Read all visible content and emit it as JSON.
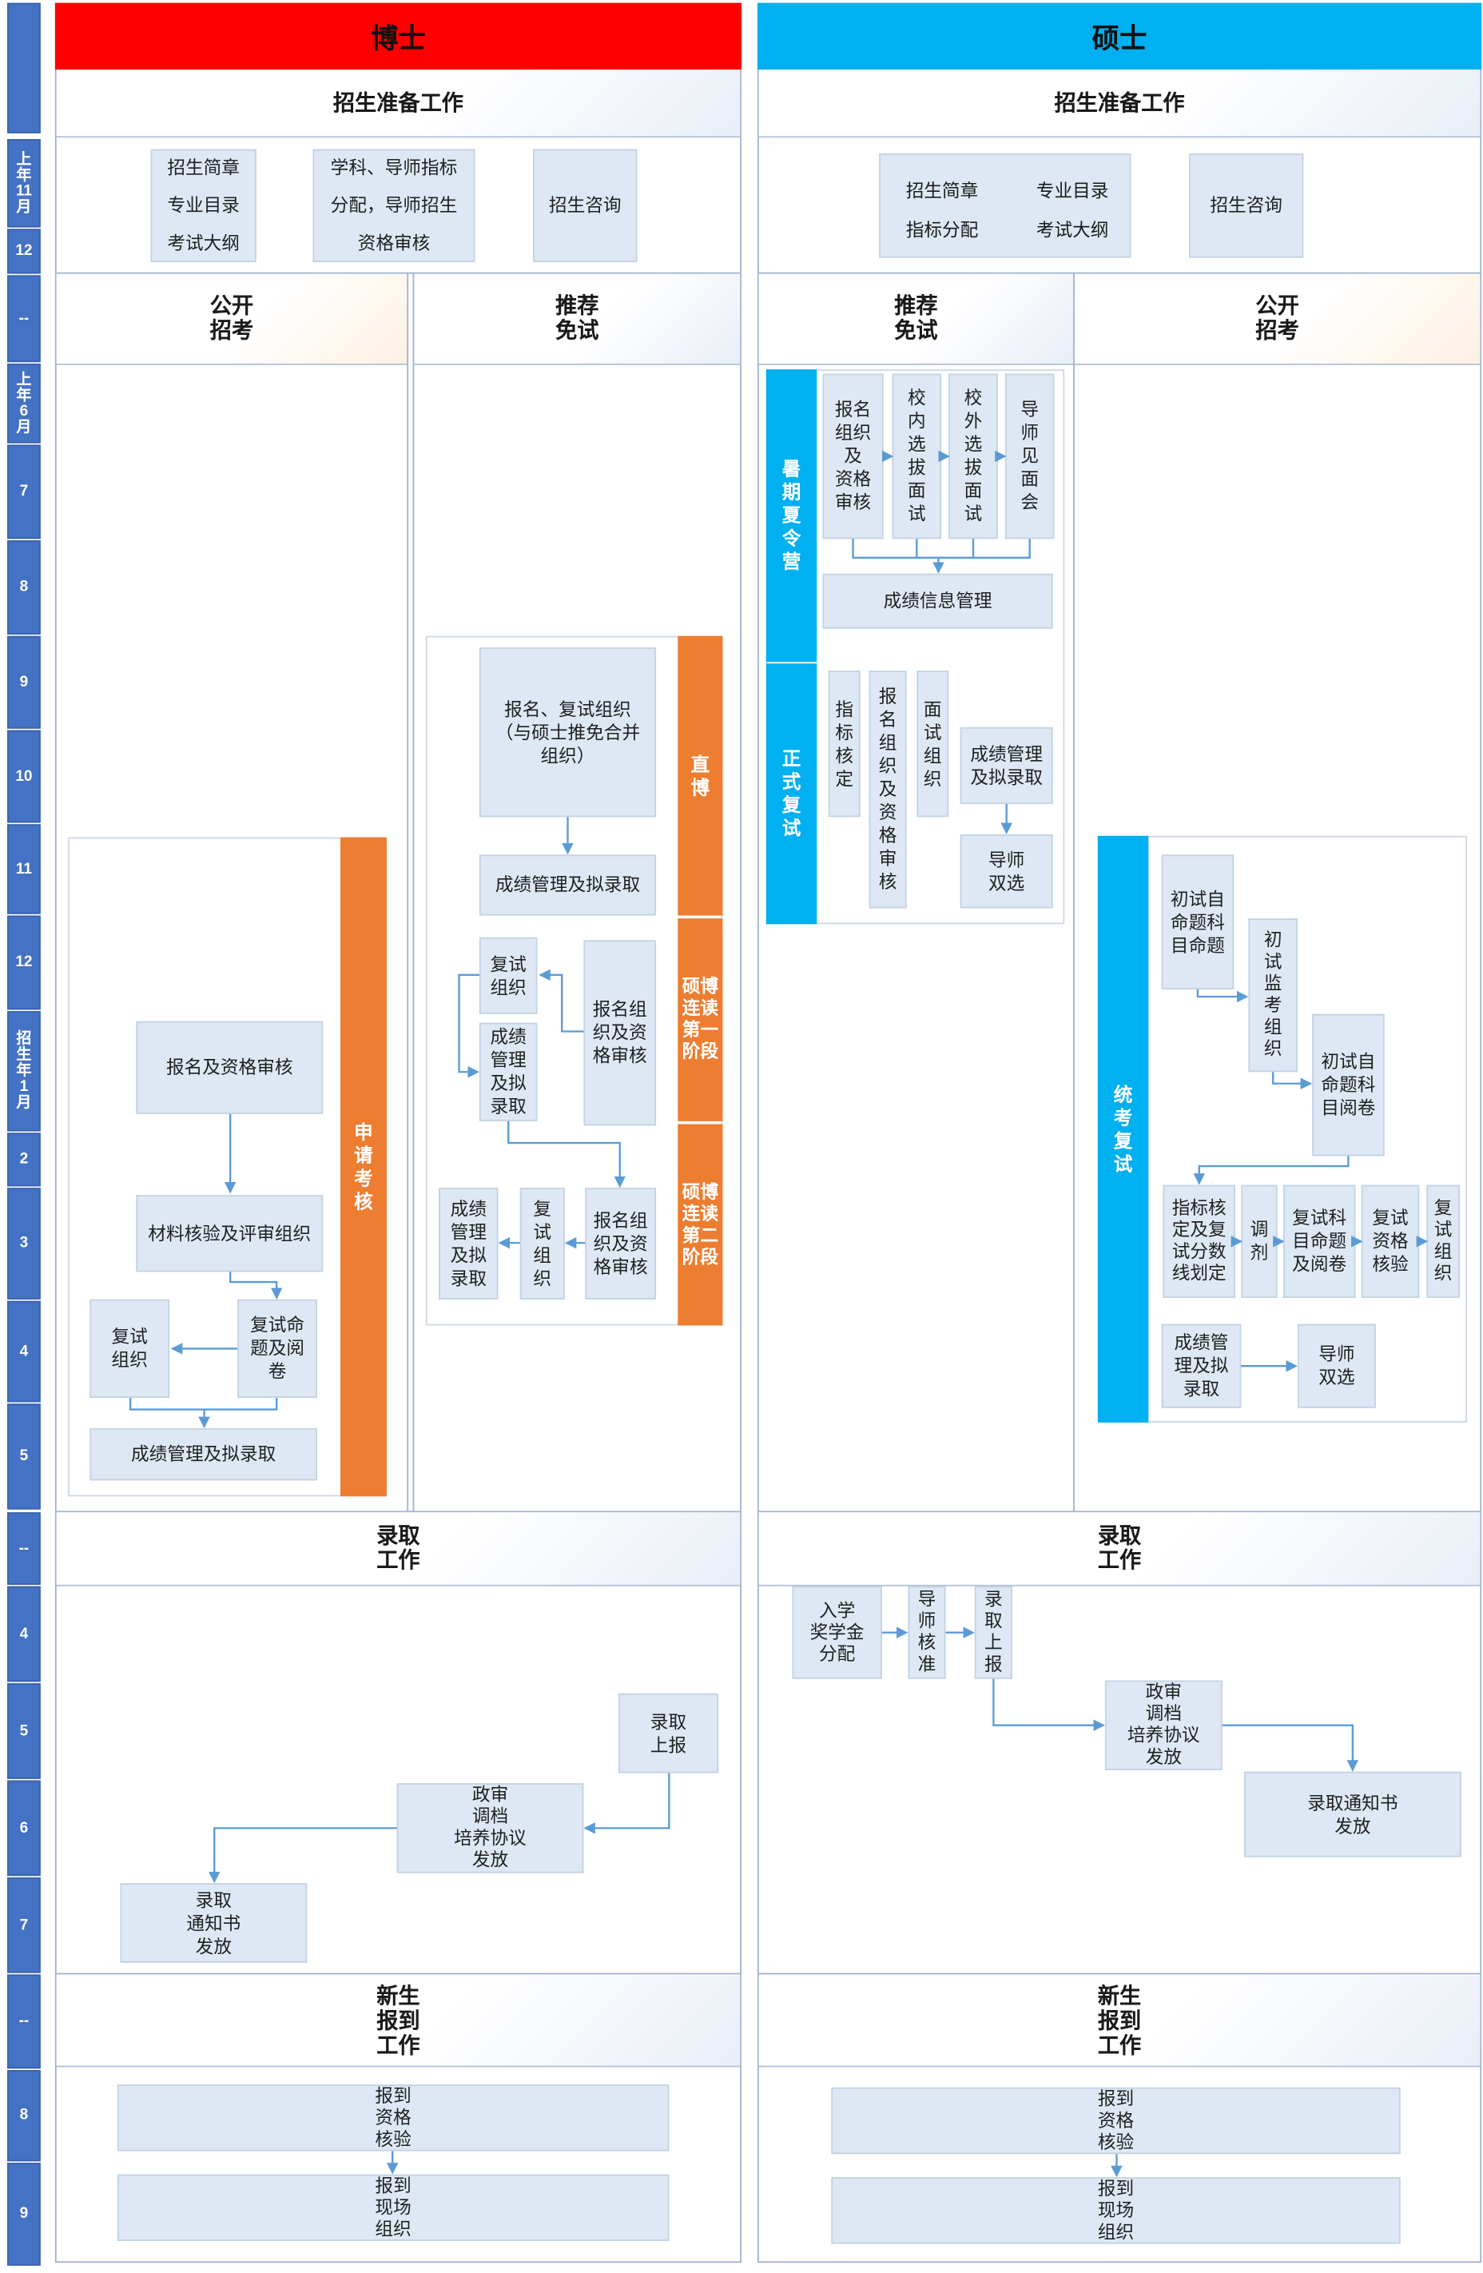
{
  "timeline": [
    "",
    "上\n年\n11\n月",
    "12",
    "--",
    "上\n年\n6\n月",
    "7",
    "8",
    "9",
    "10",
    "11",
    "12",
    "招\n生\n年\n1\n月",
    "2",
    "3",
    "4",
    "5",
    "--",
    "4",
    "5",
    "6",
    "7",
    "--",
    "8",
    "9"
  ],
  "colors": {
    "doctor": "#FF0000",
    "master": "#00B0F0",
    "timeline": "#4472C4",
    "bar_orange": "#ED7D31",
    "box": "#DDE8F4",
    "arrow": "#5B9BD5"
  },
  "doctor": {
    "title": "博士",
    "prep": {
      "title": "招生准备工作",
      "boxes": [
        "招生简章\n专业目录\n考试大纲",
        "学科、导师指标\n分配，导师招生\n资格审核",
        "招生咨询"
      ]
    },
    "open": {
      "title": "公开\n招考",
      "bar": "申\n请\n考\n核",
      "boxes": [
        "报名及资格审核",
        "材料核验及评审组织",
        "复试\n组织",
        "复试命\n题及阅\n卷",
        "成绩管理及拟录取"
      ]
    },
    "recommend": {
      "title": "推荐\n免试",
      "bars": [
        "直\n博",
        "硕博\n连读\n第一\n阶段",
        "硕博\n连读\n第二\n阶段"
      ],
      "boxes": [
        "报名、复试组织\n（与硕士推免合并\n组织）",
        "成绩管理及拟录取",
        "复试\n组织",
        "成绩\n管理\n及拟\n录取",
        "报名组\n织及资\n格审核",
        "成绩\n管理\n及拟\n录取",
        "复\n试\n组\n织",
        "报名组\n织及资\n格审核"
      ]
    },
    "admission": {
      "title": "录取\n工作",
      "boxes": [
        "录取\n上报",
        "政审\n调档\n培养协议\n发放",
        "录取\n通知书\n发放"
      ]
    },
    "enroll": {
      "title": "新生\n报到\n工作",
      "boxes": [
        "报到\n资格\n核验",
        "报到\n现场\n组织"
      ]
    }
  },
  "master": {
    "title": "硕士",
    "prep": {
      "title": "招生准备工作",
      "boxes": [
        "招生简章",
        "专业目录",
        "指标分配",
        "考试大纲",
        "招生咨询"
      ]
    },
    "recommend": {
      "title": "推荐\n免试",
      "bars": [
        "暑\n期\n夏\n令\n营",
        "正\n式\n复\n试"
      ],
      "boxes": [
        "报名\n组织\n及\n资格\n审核",
        "校\n内\n选\n拔\n面\n试",
        "校\n外\n选\n拔\n面\n试",
        "导\n师\n见\n面\n会",
        "成绩信息管理",
        "指\n标\n核\n定",
        "报\n名\n组\n织\n及\n资\n格\n审\n核",
        "面\n试\n组\n织",
        "成绩管理\n及拟录取",
        "导师\n双选"
      ]
    },
    "open": {
      "title": "公开\n招考",
      "bar": "统\n考\n复\n试",
      "boxes": [
        "初试自\n命题科\n目命题",
        "初\n试\n监\n考\n组\n织",
        "初试自\n命题科\n目阅卷",
        "指标核\n定及复\n试分数\n线划定",
        "调\n剂",
        "复试科\n目命题\n及阅卷",
        "复试\n资格\n核验",
        "复\n试\n组\n织",
        "成绩管\n理及拟\n录取",
        "导师\n双选"
      ]
    },
    "admission": {
      "title": "录取\n工作",
      "boxes": [
        "入学\n奖学金\n分配",
        "导\n师\n核\n准",
        "录\n取\n上\n报",
        "政审\n调档\n培养协议\n发放",
        "录取通知书\n发放"
      ]
    },
    "enroll": {
      "title": "新生\n报到\n工作",
      "boxes": [
        "报到\n资格\n核验",
        "报到\n现场\n组织"
      ]
    }
  }
}
